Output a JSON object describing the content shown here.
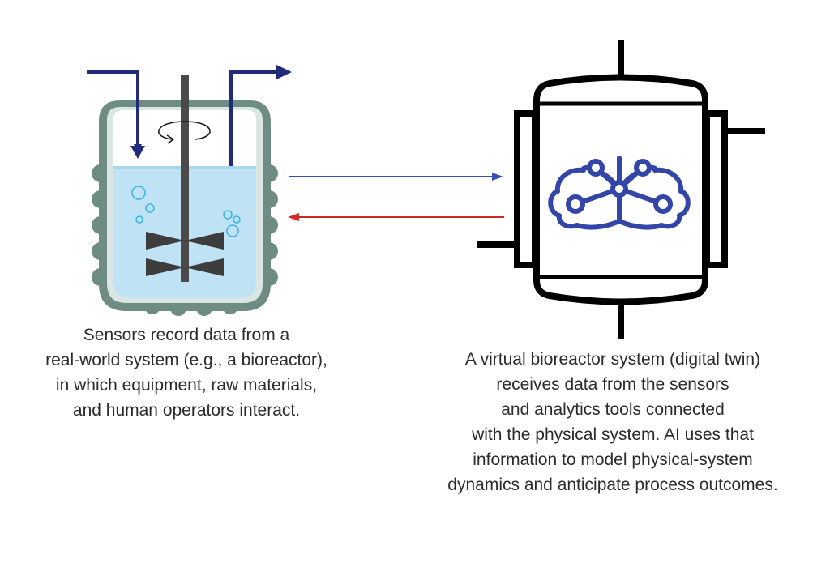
{
  "physical_caption": {
    "lines": [
      "Sensors record data from a",
      "real-world system (e.g., a bioreactor),",
      "in which equipment, raw materials,",
      "and human operators interact."
    ]
  },
  "digital_twin_caption": {
    "lines": [
      "A virtual bioreactor system (digital twin)",
      "receives data from the sensors",
      "and analytics tools connected",
      "with the physical system. AI uses that",
      "information to model physical-system",
      "dynamics and anticipate process outcomes."
    ]
  },
  "colors": {
    "vessel_wall": "#6f8c84",
    "vessel_wall_fill": "#d9e6e2",
    "liquid": "#bfe3f5",
    "liquid_top": "#a8d6ee",
    "bubble": "#3cb4e6",
    "shaft": "#4a4a4a",
    "impeller": "#3d3d3d",
    "flow_arrow": "#232a7a",
    "data_to_twin": "#3a4fb0",
    "data_to_physical": "#d02727",
    "twin_outline": "#000000",
    "ai_icon": "#3346a8"
  },
  "icons": {
    "physical": "bioreactor-vessel-icon",
    "virtual": "digital-twin-vessel-icon",
    "ai": "ai-brain-network-icon",
    "rotation": "rotation-arrow-icon"
  }
}
